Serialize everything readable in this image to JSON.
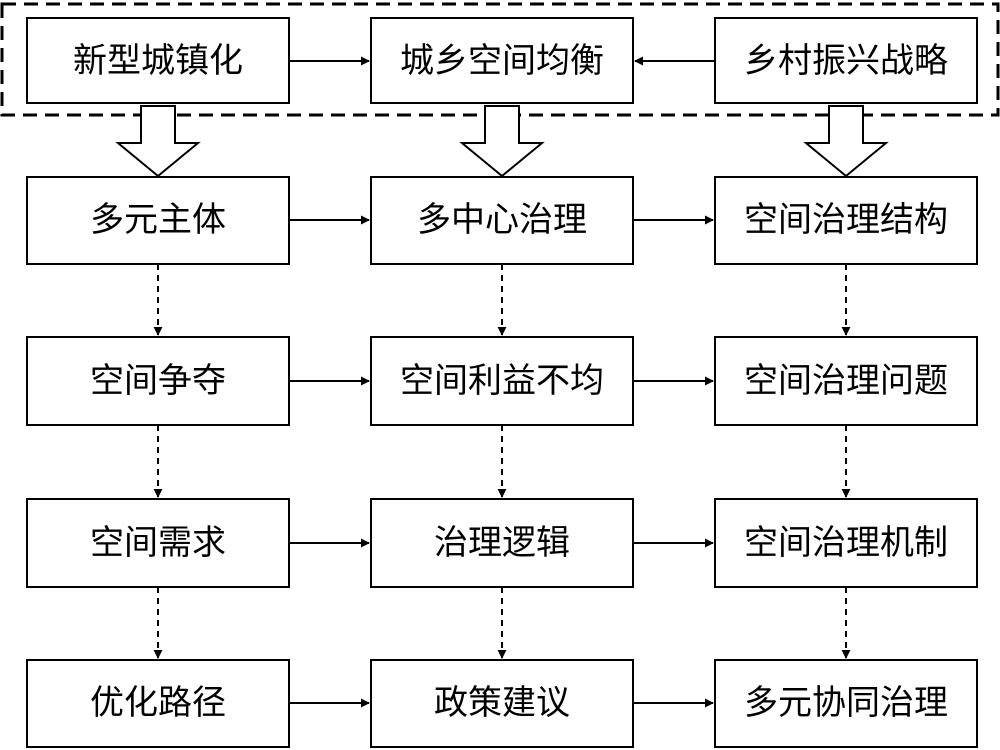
{
  "header": {
    "left": "新型城镇化",
    "center": "城乡空间均衡",
    "right": "乡村振兴战略"
  },
  "columns": [
    {
      "items": [
        "多元主体",
        "空间争夺",
        "空间需求",
        "优化路径"
      ]
    },
    {
      "items": [
        "多中心治理",
        "空间利益不均",
        "治理逻辑",
        "政策建议"
      ]
    },
    {
      "items": [
        "空间治理结构",
        "空间治理问题",
        "空间治理机制",
        "多元协同治理"
      ]
    }
  ]
}
